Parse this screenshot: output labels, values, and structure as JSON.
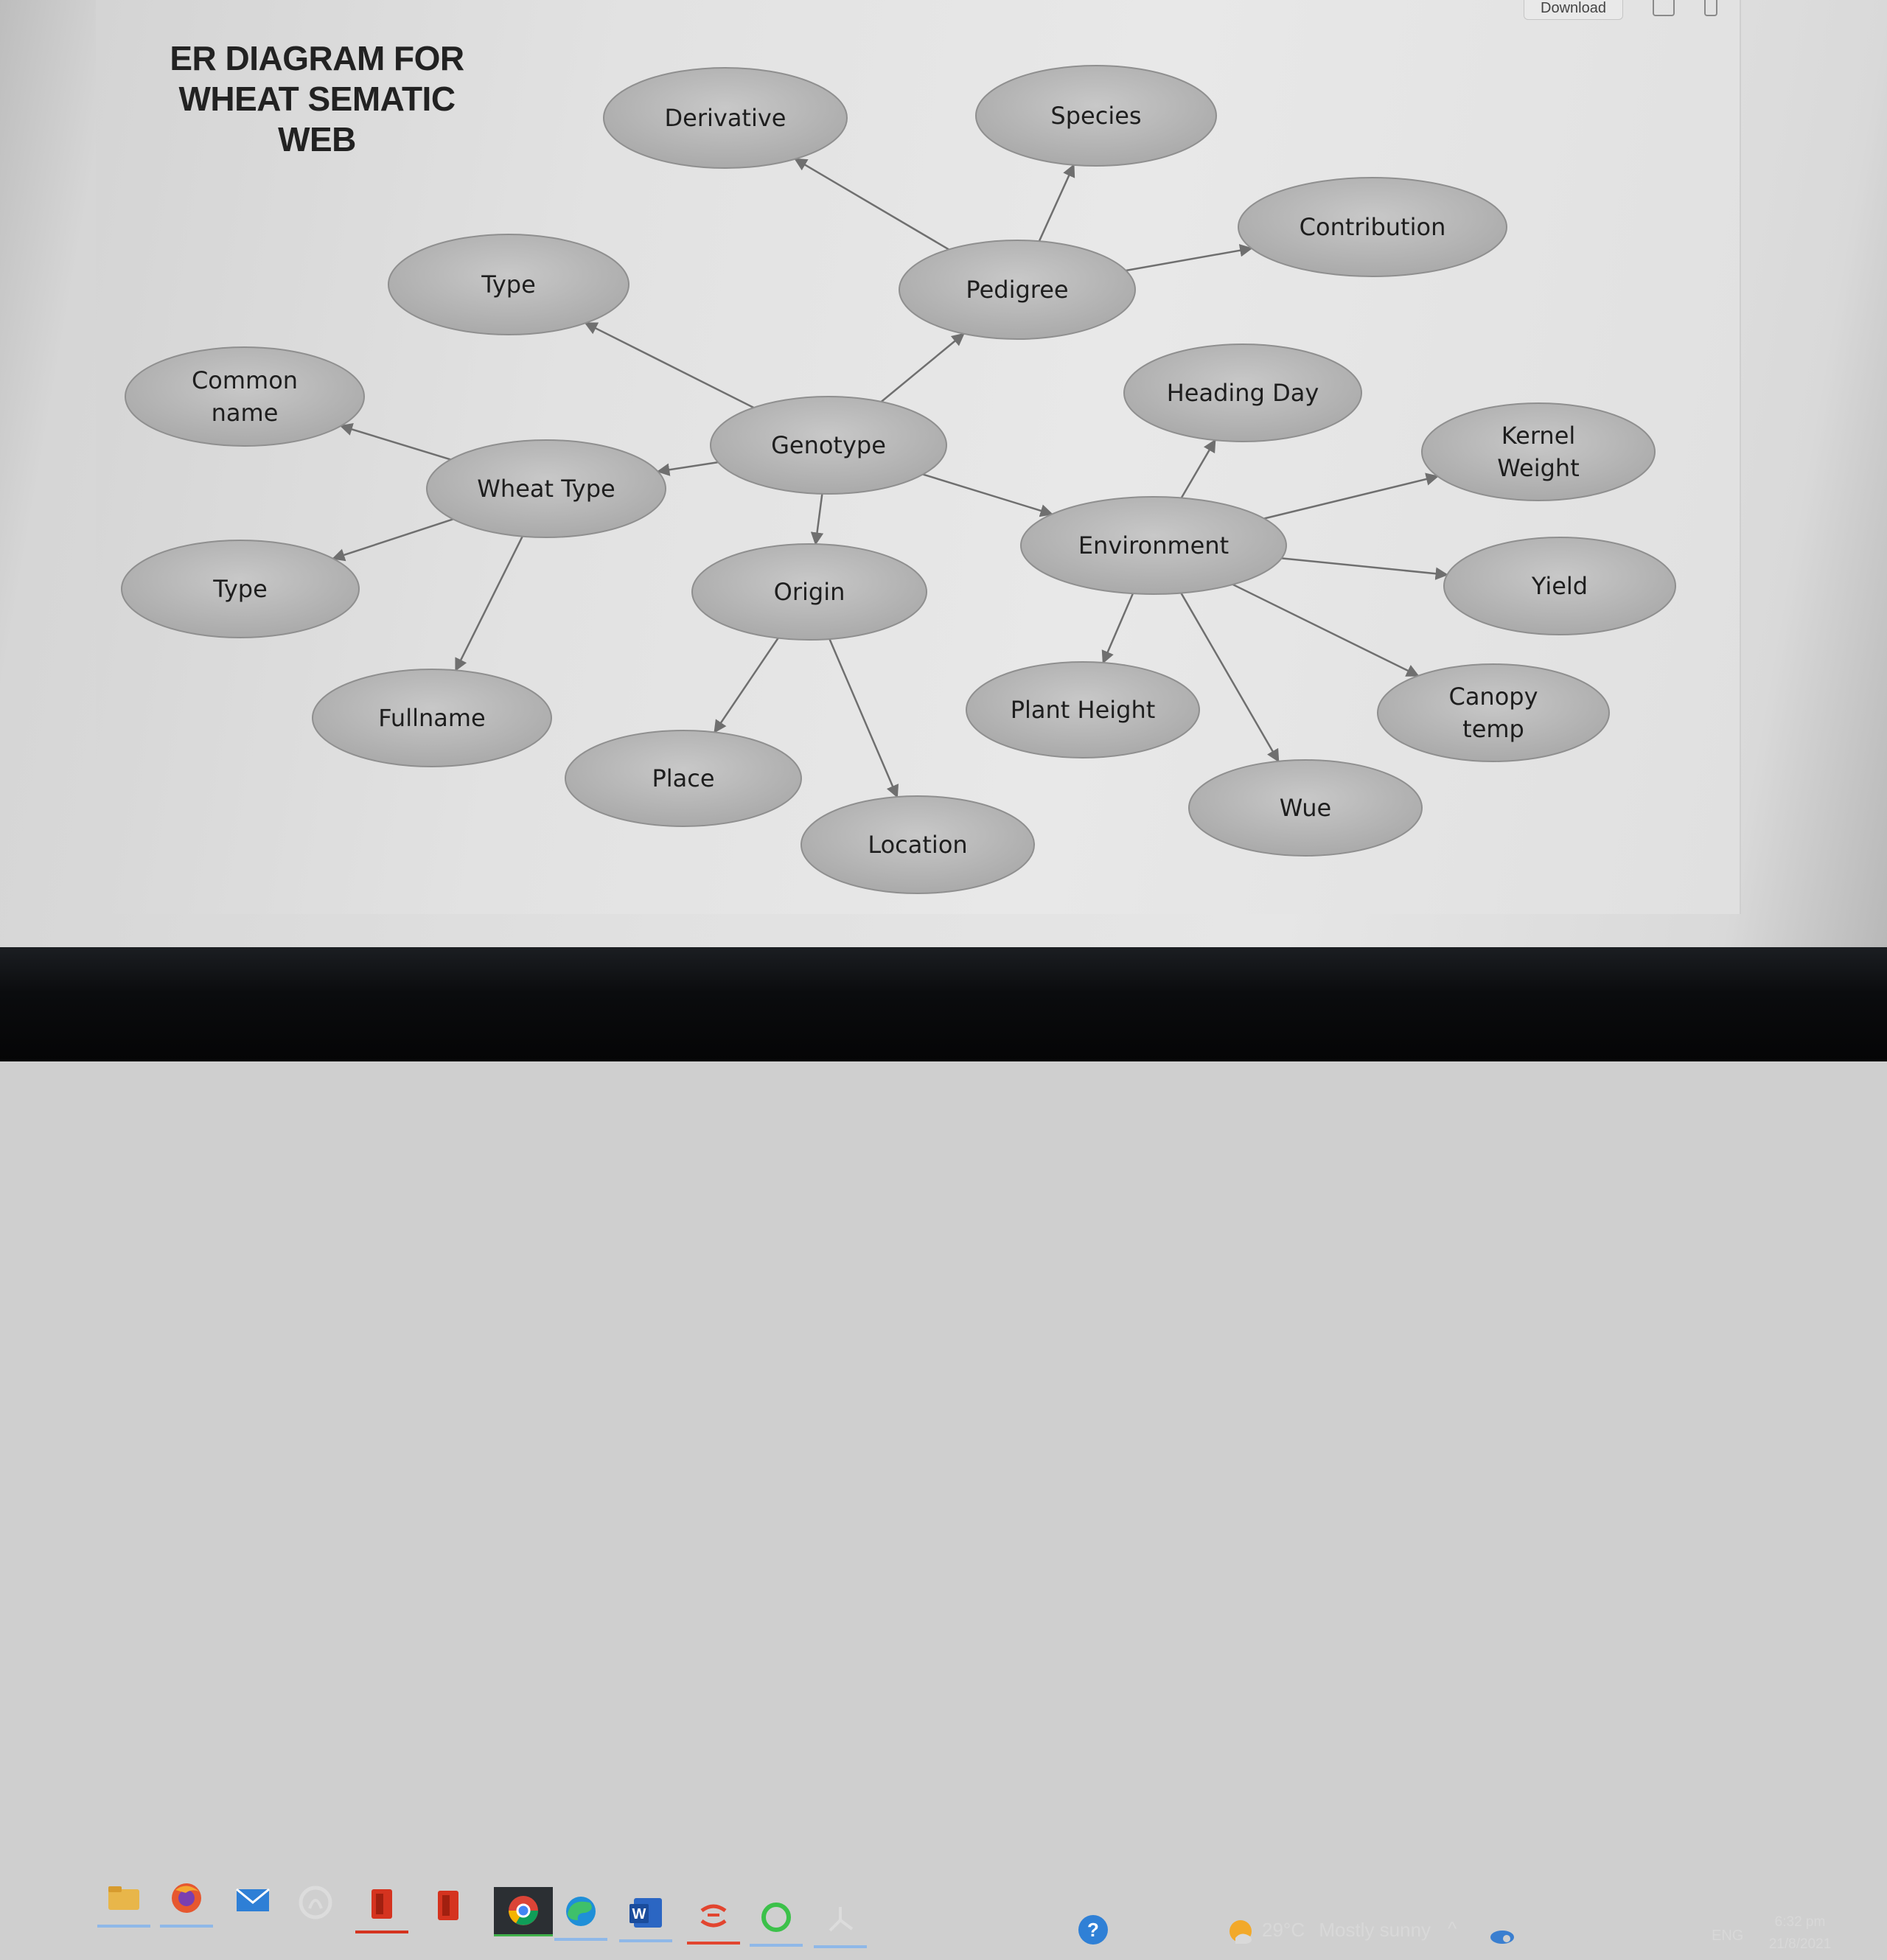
{
  "diagram": {
    "title_lines": [
      "ER DIAGRAM FOR",
      "WHEAT SEMATIC",
      "WEB"
    ],
    "nodes": [
      {
        "id": "derivative",
        "lines": [
          "Derivative"
        ]
      },
      {
        "id": "species",
        "lines": [
          "Species"
        ]
      },
      {
        "id": "contribution",
        "lines": [
          "Contribution"
        ]
      },
      {
        "id": "pedigree",
        "lines": [
          "Pedigree"
        ]
      },
      {
        "id": "type-top",
        "lines": [
          "Type"
        ]
      },
      {
        "id": "common-name",
        "lines": [
          "Common",
          "name"
        ]
      },
      {
        "id": "heading-day",
        "lines": [
          "Heading Day"
        ]
      },
      {
        "id": "kernel-weight",
        "lines": [
          "Kernel",
          "Weight"
        ]
      },
      {
        "id": "genotype",
        "lines": [
          "Genotype"
        ]
      },
      {
        "id": "wheat-type",
        "lines": [
          "Wheat Type"
        ]
      },
      {
        "id": "environment",
        "lines": [
          "Environment"
        ]
      },
      {
        "id": "type-left",
        "lines": [
          "Type"
        ]
      },
      {
        "id": "origin",
        "lines": [
          "Origin"
        ]
      },
      {
        "id": "yield",
        "lines": [
          "Yield"
        ]
      },
      {
        "id": "canopy-temp",
        "lines": [
          "Canopy",
          "temp"
        ]
      },
      {
        "id": "fullname",
        "lines": [
          "Fullname"
        ]
      },
      {
        "id": "plant-height",
        "lines": [
          "Plant Height"
        ]
      },
      {
        "id": "place",
        "lines": [
          "Place"
        ]
      },
      {
        "id": "wue",
        "lines": [
          "Wue"
        ]
      },
      {
        "id": "location",
        "lines": [
          "Location"
        ]
      }
    ],
    "edges": [
      [
        "pedigree",
        "derivative"
      ],
      [
        "pedigree",
        "species"
      ],
      [
        "pedigree",
        "contribution"
      ],
      [
        "genotype",
        "pedigree"
      ],
      [
        "genotype",
        "type-top"
      ],
      [
        "genotype",
        "wheat-type"
      ],
      [
        "genotype",
        "origin"
      ],
      [
        "genotype",
        "environment"
      ],
      [
        "wheat-type",
        "common-name"
      ],
      [
        "wheat-type",
        "type-left"
      ],
      [
        "wheat-type",
        "fullname"
      ],
      [
        "origin",
        "place"
      ],
      [
        "origin",
        "location"
      ],
      [
        "environment",
        "heading-day"
      ],
      [
        "environment",
        "kernel-weight"
      ],
      [
        "environment",
        "yield"
      ],
      [
        "environment",
        "canopy-temp"
      ],
      [
        "environment",
        "plant-height"
      ],
      [
        "environment",
        "wue"
      ]
    ]
  },
  "toolbar": {
    "download_label": "Download"
  },
  "taskbar": {
    "apps": [
      {
        "id": "task-view",
        "icon": "task-view-icon"
      },
      {
        "id": "file-explorer",
        "icon": "folder-icon"
      },
      {
        "id": "firefox",
        "icon": "firefox-icon"
      },
      {
        "id": "mail",
        "icon": "mail-icon"
      },
      {
        "id": "app-circle",
        "icon": "circle-app-icon"
      },
      {
        "id": "office-1",
        "icon": "office-icon"
      },
      {
        "id": "office-2",
        "icon": "office-icon"
      },
      {
        "id": "chrome",
        "icon": "chrome-icon"
      },
      {
        "id": "edge",
        "icon": "edge-icon"
      },
      {
        "id": "word",
        "icon": "word-icon"
      },
      {
        "id": "app-red",
        "icon": "red-app-icon"
      },
      {
        "id": "app-green",
        "icon": "green-ring-icon"
      },
      {
        "id": "acrobat",
        "icon": "acrobat-icon"
      }
    ],
    "weather": {
      "temp": "29°C",
      "condition": "Mostly sunny"
    },
    "language": "ENG",
    "time": "6:32 pm",
    "date": "21/8/2021"
  },
  "colors": {
    "node_fill": "#b9b9b9",
    "node_stroke": "#8f8f8f",
    "edge": "#6f6f6f"
  }
}
